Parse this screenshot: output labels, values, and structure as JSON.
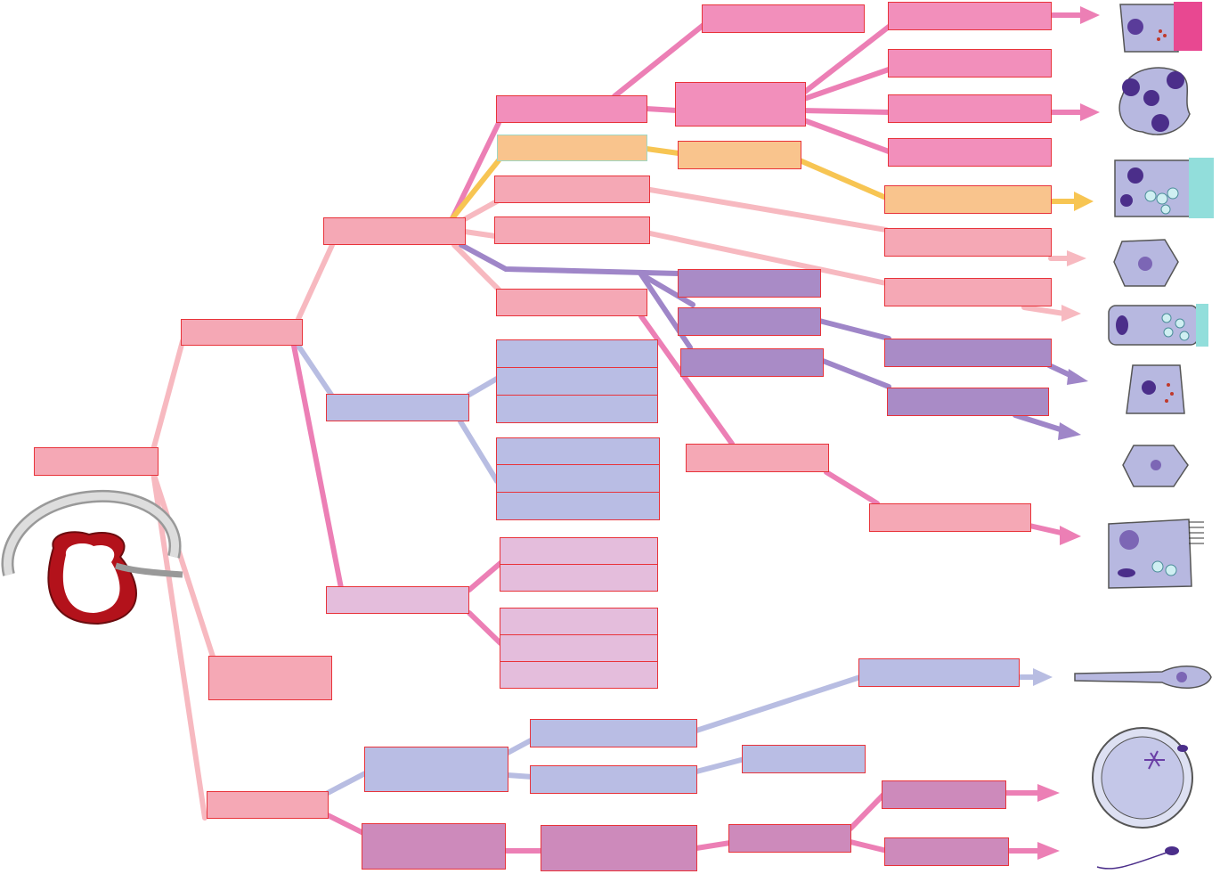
{
  "diagram": {
    "title": "",
    "nodes": [],
    "colors": {
      "pink": "#f5a8b5",
      "hot_pink": "#f28fbb",
      "orange": "#f9c48d",
      "lavender": "#b9bde4",
      "purple": "#a98bc6",
      "mauve": "#e4bddc",
      "dark_mauve": "#cd8abb",
      "line_pink": "#f7b9c0",
      "line_hot_pink": "#ec7fb5",
      "line_orange": "#f7c553",
      "line_lavender": "#b8bde2",
      "line_purple": "#9f86c8",
      "box_border": "#e8333a"
    },
    "images": [
      "embryo-cross-section",
      "parietal-cell",
      "osteoclast-like-cell",
      "goblet-columnar-cell",
      "squamous-cell",
      "columnar-cell",
      "endocrine-cell",
      "stellate-cell",
      "ciliated-goblet-cell",
      "neuron-cell",
      "oocyte-cell",
      "sperm-cell"
    ]
  }
}
